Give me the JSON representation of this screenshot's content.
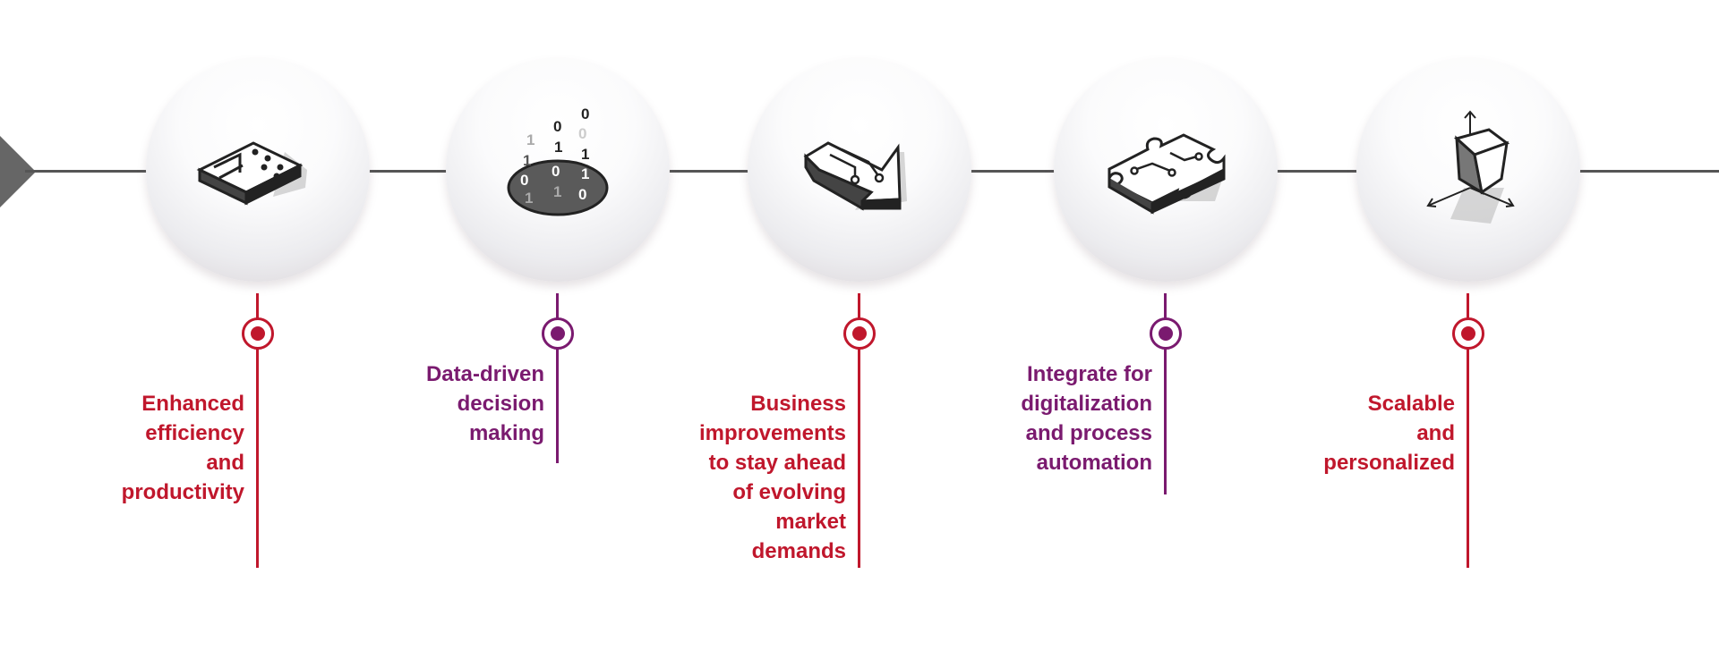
{
  "colors": {
    "red": "#c0172c",
    "purple": "#7a1a6f",
    "line": "#555555"
  },
  "steps": [
    {
      "label": "Enhanced\nefficiency\nand\nproductivity",
      "icon": "arrow-chip-icon",
      "accent": "red"
    },
    {
      "label": "Data-driven\ndecision\nmaking",
      "icon": "binary-data-icon",
      "accent": "purple"
    },
    {
      "label": "Business\nimprovements\nto stay ahead\nof evolving\nmarket\ndemands",
      "icon": "circuit-arrow-icon",
      "accent": "red"
    },
    {
      "label": "Integrate for\ndigitalization\nand process\nautomation",
      "icon": "puzzle-piece-icon",
      "accent": "purple"
    },
    {
      "label": "Scalable\nand\npersonalized",
      "icon": "scalable-cube-icon",
      "accent": "red"
    }
  ],
  "binary_digits": [
    "1",
    "1",
    "0",
    "1",
    "0",
    "1",
    "0",
    "1",
    "0",
    "0",
    "1",
    "1",
    "0"
  ]
}
